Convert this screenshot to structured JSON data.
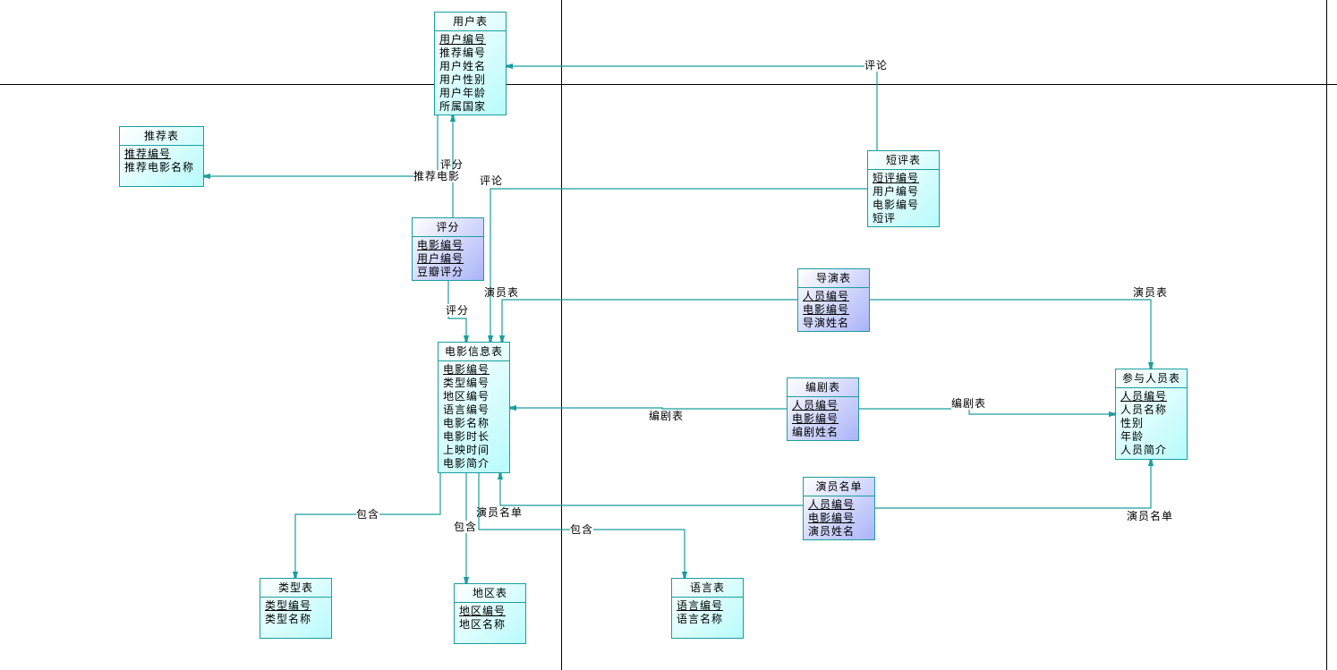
{
  "diagram": {
    "type": "entity-relationship",
    "colors": {
      "line": "#1a9e9e",
      "entity_fill": "#b8fbfb",
      "association_fill": "#aab4f8",
      "guide_line": "#000000"
    },
    "entities": {
      "user": {
        "title": "用户表",
        "attrs": [
          "用户编号",
          "推荐编号",
          "用户姓名",
          "用户性别",
          "用户年龄",
          "所属国家"
        ],
        "pk": [
          0
        ]
      },
      "recommend": {
        "title": "推荐表",
        "attrs": [
          "推荐编号",
          "推荐电影名称"
        ],
        "pk": [
          0
        ]
      },
      "rating": {
        "title": "评分",
        "attrs": [
          "电影编号",
          "用户编号",
          "豆瓣评分"
        ],
        "pk": [
          0,
          1
        ]
      },
      "review": {
        "title": "短评表",
        "attrs": [
          "短评编号",
          "用户编号",
          "电影编号",
          "短评"
        ],
        "pk": [
          0
        ]
      },
      "movie": {
        "title": "电影信息表",
        "attrs": [
          "电影编号",
          "类型编号",
          "地区编号",
          "语言编号",
          "电影名称",
          "电影时长",
          "上映时间",
          "电影简介"
        ],
        "pk": [
          0
        ]
      },
      "director": {
        "title": "导演表",
        "attrs": [
          "人员编号",
          "电影编号",
          "导演姓名"
        ],
        "pk": [
          0,
          1
        ]
      },
      "writer": {
        "title": "编剧表",
        "attrs": [
          "人员编号",
          "电影编号",
          "编剧姓名"
        ],
        "pk": [
          0,
          1
        ]
      },
      "actor": {
        "title": "演员名单",
        "attrs": [
          "人员编号",
          "电影编号",
          "演员姓名"
        ],
        "pk": [
          0,
          1
        ]
      },
      "person": {
        "title": "参与人员表",
        "attrs": [
          "人员编号",
          "人员名称",
          "性别",
          "年龄",
          "人员简介"
        ],
        "pk": [
          0
        ]
      },
      "genre": {
        "title": "类型表",
        "attrs": [
          "类型编号",
          "类型名称"
        ],
        "pk": [
          0
        ]
      },
      "region": {
        "title": "地区表",
        "attrs": [
          "地区编号",
          "地区名称"
        ],
        "pk": [
          0
        ]
      },
      "language": {
        "title": "语言表",
        "attrs": [
          "语言编号",
          "语言名称"
        ],
        "pk": [
          0
        ]
      }
    },
    "relationships": [
      {
        "id": "review-user",
        "label": "评论",
        "from": "短评表",
        "to": "用户表"
      },
      {
        "id": "user-recommend",
        "label": "推荐电影",
        "from": "用户表",
        "to": "推荐表"
      },
      {
        "id": "rating-user",
        "label": "评分",
        "from": "评分",
        "to": "用户表"
      },
      {
        "id": "review-movie",
        "label": "评论",
        "from": "短评表",
        "to": "电影信息表"
      },
      {
        "id": "rating-movie",
        "label": "评分",
        "from": "评分",
        "to": "电影信息表"
      },
      {
        "id": "director-movie",
        "label": "演员表",
        "from": "导演表",
        "to": "电影信息表"
      },
      {
        "id": "director-person",
        "label": "演员表",
        "from": "导演表",
        "to": "参与人员表"
      },
      {
        "id": "writer-movie",
        "label": "编剧表",
        "from": "编剧表",
        "to": "电影信息表"
      },
      {
        "id": "writer-person",
        "label": "编剧表",
        "from": "编剧表",
        "to": "参与人员表"
      },
      {
        "id": "actor-movie",
        "label": "演员名单",
        "from": "演员名单",
        "to": "电影信息表"
      },
      {
        "id": "actor-person",
        "label": "演员名单",
        "from": "演员名单",
        "to": "参与人员表"
      },
      {
        "id": "movie-genre",
        "label": "包含",
        "from": "电影信息表",
        "to": "类型表"
      },
      {
        "id": "movie-region",
        "label": "包含",
        "from": "电影信息表",
        "to": "地区表"
      },
      {
        "id": "movie-language",
        "label": "包含",
        "from": "电影信息表",
        "to": "语言表"
      }
    ]
  }
}
